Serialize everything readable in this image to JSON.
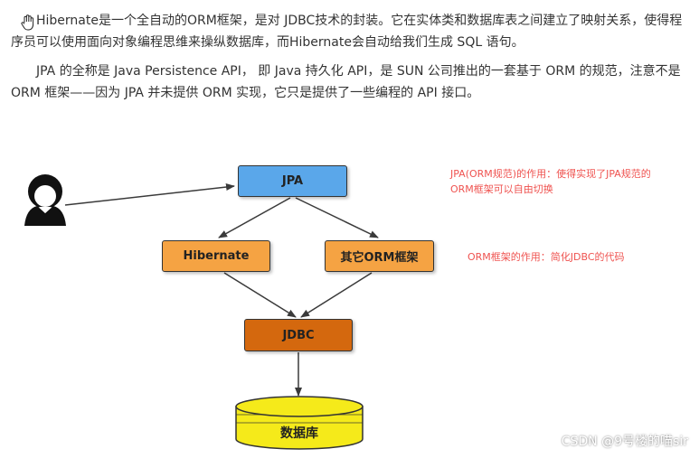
{
  "intro": {
    "paragraph1": "Hibernate是一个全自动的ORM框架，是对 JDBC技术的封装。它在实体类和数据库表之间建立了映射关系，使得程序员可以使用面向对象编程思维来操纵数据库，而Hibernate会自动给我们生成 SQL 语句。",
    "paragraph2": "JPA 的全称是 Java Persistence API， 即 Java 持久化 API，是 SUN 公司推出的一套基于 ORM 的规范，注意不是 ORM 框架——因为 JPA 并未提供 ORM 实现，它只是提供了一些编程的 API 接口。"
  },
  "diagram": {
    "nodes": {
      "jpa": "JPA",
      "hibernate": "Hibernate",
      "other_orm": "其它ORM框架",
      "jdbc": "JDBC",
      "database": "数据库"
    },
    "annotations": {
      "jpa_role": "JPA(ORM规范)的作用：使得实现了JPA规范的ORM框架可以自由切换",
      "orm_role": "ORM框架的作用：简化JDBC的代码"
    },
    "colors": {
      "jpa": "#5aa7ea",
      "orm": "#f5a343",
      "jdbc": "#d4680e",
      "database": "#f5ea1a",
      "annotation": "#ef5350"
    }
  },
  "watermark": "CSDN @9号楼的喵sir"
}
